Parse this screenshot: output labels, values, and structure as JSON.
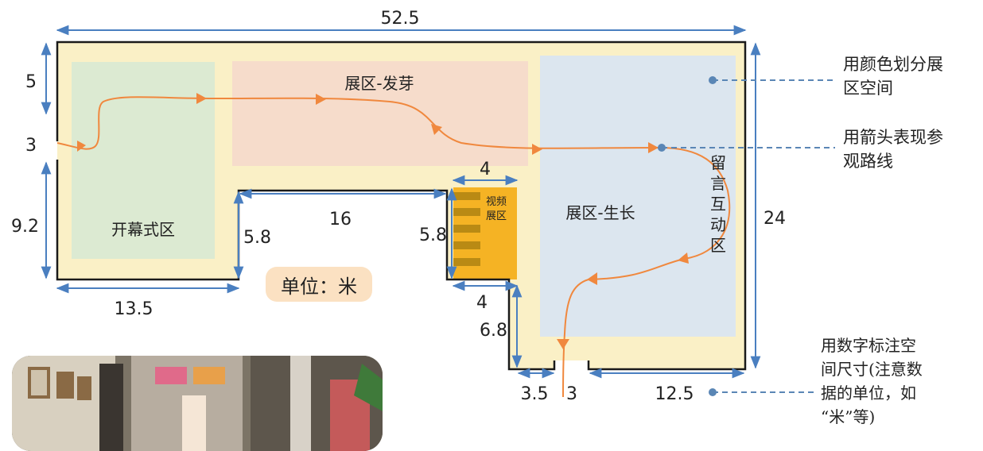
{
  "zones": {
    "kaimu": "开幕式区",
    "fayazone": "展区-发芽",
    "shengzhang": "展区-生长",
    "video_line1": "视频",
    "video_line2": "展区",
    "liuyan": [
      "留",
      "言",
      "互",
      "动",
      "区"
    ]
  },
  "dimensions": {
    "top_width": "52.5",
    "left_top": "5",
    "door_left": "3",
    "left_low": "9.2",
    "bottom_left": "13.5",
    "inner_step": "5.8",
    "inner_width": "16",
    "video_width": "4",
    "video_height": "5.8",
    "video_bottom": "4",
    "drop_height": "6.8",
    "bottom_gap": "3.5",
    "door_bottom": "3",
    "bottom_right": "12.5",
    "right_height": "24"
  },
  "unit_label": "单位：米",
  "annotations": {
    "color": [
      "用颜色划分展",
      "区空间"
    ],
    "arrow": [
      "用箭头表现参",
      "观路线"
    ],
    "number": [
      "用数字标注空",
      "间尺寸(注意数",
      "据的单位，如",
      "“米”等)"
    ]
  },
  "colors": {
    "floor": "#faf0c6",
    "green_zone": "#dcead2",
    "pink_zone": "#f6dccb",
    "blue_zone": "#dce6ef",
    "video_zone": "#f5b324",
    "route": "#f0883e",
    "dimension": "#4a7fc0",
    "annotation_line": "#5a86b5"
  }
}
